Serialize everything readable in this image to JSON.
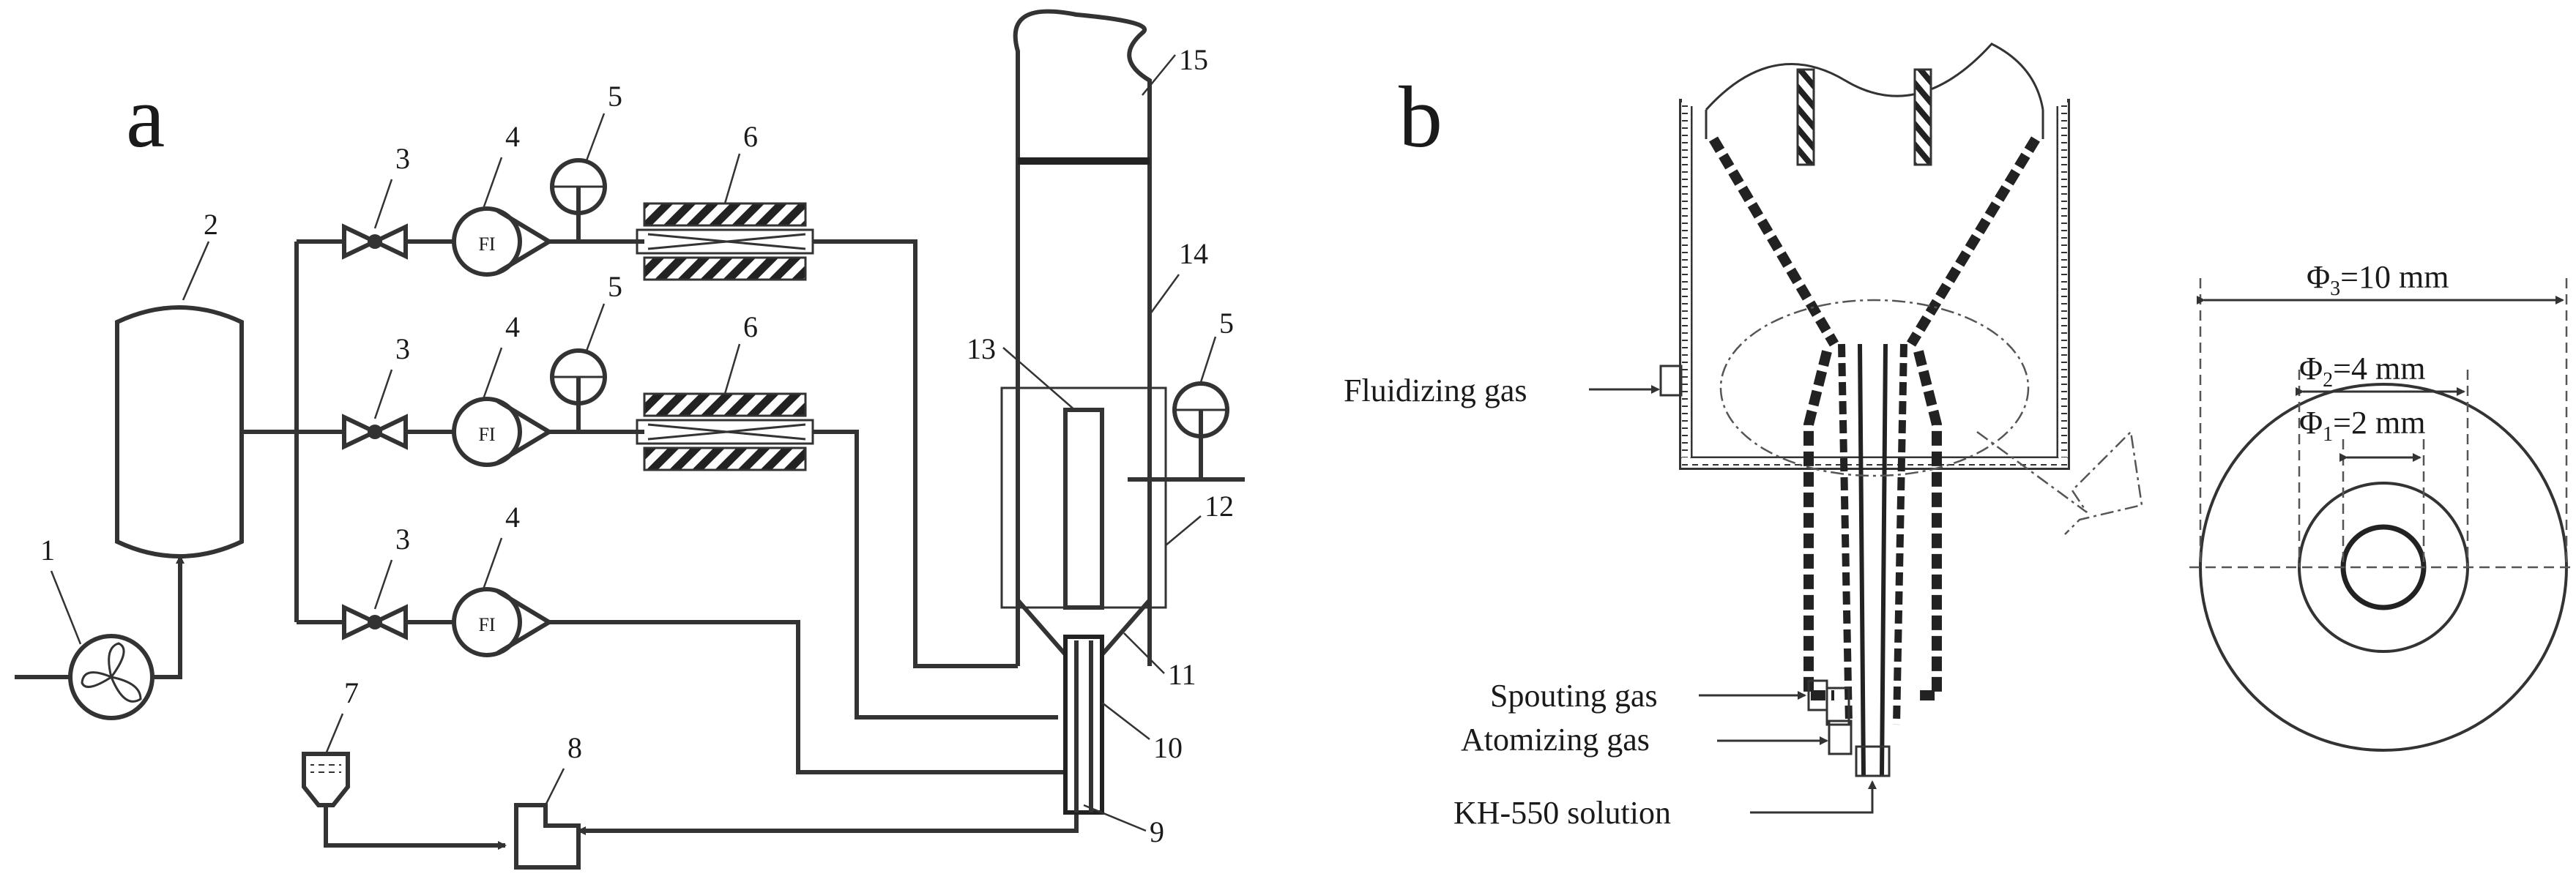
{
  "panels": {
    "a": "a",
    "b": "b"
  },
  "numbers": {
    "n1": "1",
    "n2": "2",
    "n3": "3",
    "n4": "4",
    "n5": "5",
    "n6": "6",
    "n7": "7",
    "n8": "8",
    "n9": "9",
    "n10": "10",
    "n11": "11",
    "n12": "12",
    "n13": "13",
    "n14": "14",
    "n15": "15"
  },
  "flowmeter": "FI",
  "labels": {
    "fluidizing": "Fluidizing gas",
    "spouting": "Spouting gas",
    "atomizing": "Atomizing gas",
    "solution": "KH-550 solution"
  },
  "dims": {
    "phi3": {
      "sym": "Φ",
      "sub": "3",
      "val": "=10 mm"
    },
    "phi2": {
      "sym": "Φ",
      "sub": "2",
      "val": "=4 mm"
    },
    "phi1": {
      "sym": "Φ",
      "sub": "1",
      "val": "=2 mm"
    }
  }
}
